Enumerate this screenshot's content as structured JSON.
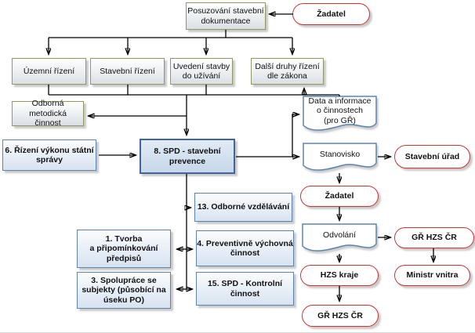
{
  "diagram": {
    "language": "cs",
    "colors": {
      "olive_border": "#8f9963",
      "blue_border": "#5b84b1",
      "spd_border": "#41659a",
      "red_border": "#cc3432",
      "box_fill_gradient_bottom": "#dbe0e5",
      "blue_fill_gradient_bottom": "#d8e3f0",
      "spd_fill": "#c6d7ea",
      "line_color": "#000000",
      "shadow": "#c9c9c9"
    }
  },
  "nodes": {
    "posuzovani": {
      "label": "Posuzování stavební\ndokumentace",
      "shape": "process-olive"
    },
    "zadatel_top": {
      "label": "Žadatel",
      "shape": "terminator-red"
    },
    "uzemni": {
      "label": "Územní řízení",
      "shape": "process-olive"
    },
    "stavebni": {
      "label": "Stavební řízení",
      "shape": "process-olive"
    },
    "uvedeni": {
      "label": "Uvedení stavby\ndo užívání",
      "shape": "process-olive"
    },
    "dalsi": {
      "label": "Další druhy řízení\ndle zákona",
      "shape": "process-olive"
    },
    "odborna": {
      "label": "Odborná metodická\nčinnost",
      "shape": "process-olive"
    },
    "rizeni6": {
      "label": "6. Řízení výkonu státní\nsprávy",
      "shape": "process-blue"
    },
    "spd8": {
      "label": "8. SPD - stavební\nprevence",
      "shape": "process-blue-strong"
    },
    "data_gr": {
      "label": "Data a informace\no činnostech\n(pro GŘ)",
      "shape": "document"
    },
    "stanovisko": {
      "label": "Stanovisko",
      "shape": "document"
    },
    "stav_urad": {
      "label": "Stavební úřad",
      "shape": "terminator-red"
    },
    "zadatel_mid": {
      "label": "Žadatel",
      "shape": "terminator-red"
    },
    "odvolani": {
      "label": "Odvolání",
      "shape": "document"
    },
    "gr_hzs_right": {
      "label": "GŘ HZS ČR",
      "shape": "terminator-red"
    },
    "hzs_kraje": {
      "label": "HZS kraje",
      "shape": "terminator-red"
    },
    "ministr": {
      "label": "Ministr vnitra",
      "shape": "terminator-red"
    },
    "gr_hzs_bottom": {
      "label": "GŘ HZS ČR",
      "shape": "terminator-red"
    },
    "vzdelavani13": {
      "label": "13. Odborné vzdělávání",
      "shape": "process-blue"
    },
    "tvorba1": {
      "label": "1. Tvorba\na připomínkování\npředpisů",
      "shape": "process-blue"
    },
    "preventivne4": {
      "label": "4. Preventivně výchovná\nčinnost",
      "shape": "process-blue"
    },
    "spoluprace3": {
      "label": "3. Spolupráce se\nsubjekty (působící na\núseku PO)",
      "shape": "process-blue"
    },
    "kontrolni15": {
      "label": "15. SPD - Kontrolní\nčinnost",
      "shape": "process-blue"
    }
  }
}
